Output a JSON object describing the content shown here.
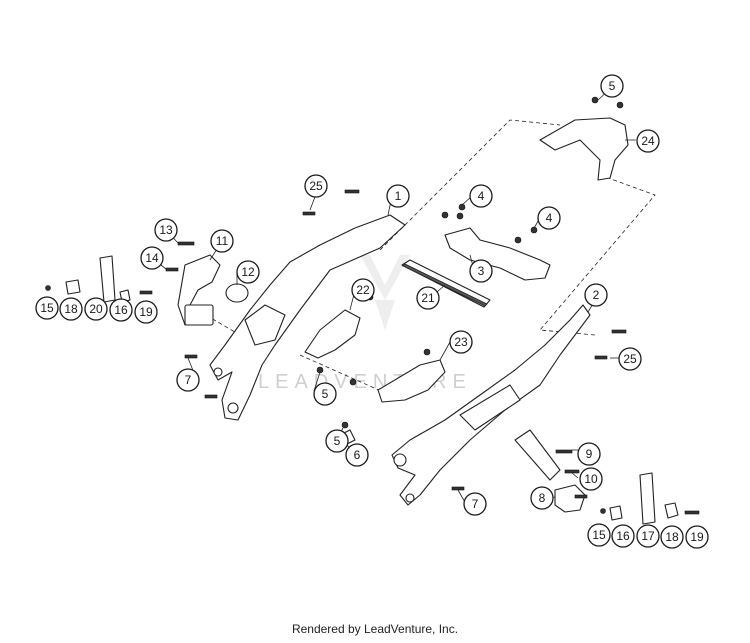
{
  "watermark": "LEADVENTURE",
  "credit": "Rendered by LeadVenture, Inc.",
  "callouts": [
    "1",
    "2",
    "3",
    "4",
    "4",
    "5",
    "5",
    "5",
    "5",
    "6",
    "7",
    "7",
    "8",
    "9",
    "10",
    "11",
    "12",
    "13",
    "14",
    "15",
    "15",
    "16",
    "16",
    "17",
    "18",
    "18",
    "19",
    "19",
    "20",
    "21",
    "22",
    "23",
    "24",
    "25",
    "25"
  ]
}
